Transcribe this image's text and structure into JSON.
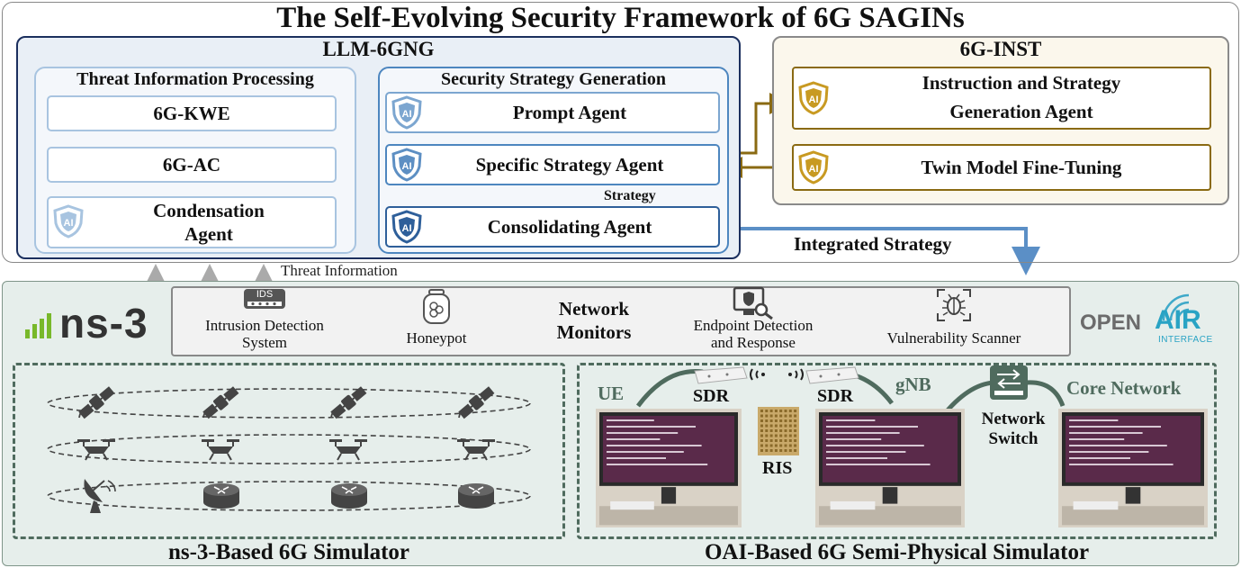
{
  "title": "The Self-Evolving Security Framework of 6G SAGINs",
  "llm": {
    "title": "LLM-6GNG",
    "tip": {
      "title": "Threat Information Processing",
      "kwe": "6G-KWE",
      "ac": "6G-AC",
      "condensation_line1": "Condensation",
      "condensation_line2": "Agent"
    },
    "ssg": {
      "title": "Security Strategy Generation",
      "prompt": "Prompt Agent",
      "specific": "Specific Strategy Agent",
      "strategy": "Strategy",
      "consolidating": "Consolidating Agent"
    }
  },
  "inst": {
    "title": "6G-INST",
    "isg_line1": "Instruction and Strategy",
    "isg_line2": "Generation Agent",
    "twin": "Twin Model Fine-Tuning"
  },
  "integrated_strategy": "Integrated Strategy",
  "threat_information": "Threat Information",
  "ns3_logo": "ns-3",
  "monitors": {
    "ids_badge": "IDS",
    "ids_line1": "Intrusion Detection",
    "ids_line2": "System",
    "honeypot": "Honeypot",
    "network_line1": "Network",
    "network_line2": "Monitors",
    "edr_line1": "Endpoint Detection",
    "edr_line2": "and Response",
    "vuln": "Vulnerability Scanner"
  },
  "oai_logo": {
    "open": "OPEN",
    "air": "AIR",
    "interface": "INTERFACE"
  },
  "sim_left": "ns-3-Based 6G Simulator",
  "sim_right": "OAI-Based 6G Semi-Physical Simulator",
  "physical": {
    "ue": "UE",
    "sdr1": "SDR",
    "sdr2": "SDR",
    "gnb": "gNB",
    "ris": "RIS",
    "switch_line1": "Network",
    "switch_line2": "Switch",
    "core": "Core Network"
  },
  "colors": {
    "navy": "#1b2f5e",
    "mid_blue": "#4d86bf",
    "light_blue": "#a8c4e0",
    "gold": "#8a6a12",
    "panel_green": "#e6eeeb",
    "sim_green": "#4f6b5e"
  }
}
